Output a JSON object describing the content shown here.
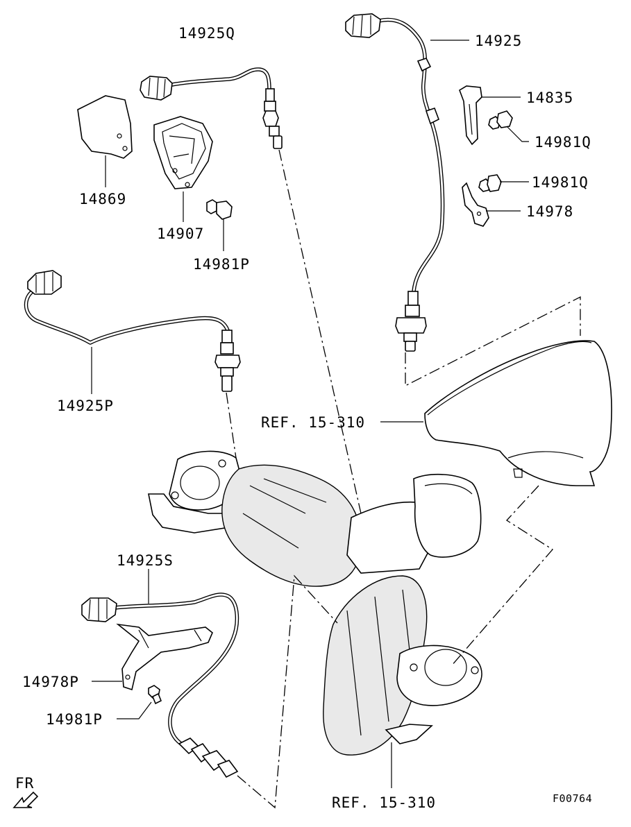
{
  "labels": {
    "p14925Q": "14925Q",
    "p14925": "14925",
    "p14835": "14835",
    "p14981Q_a": "14981Q",
    "p14981Q_b": "14981Q",
    "p14978": "14978",
    "p14869": "14869",
    "p14907": "14907",
    "p14981P_a": "14981P",
    "p14925P": "14925P",
    "ref_upper": "REF. 15-310",
    "p14925S": "14925S",
    "p14978P": "14978P",
    "p14981P_b": "14981P",
    "ref_lower": "REF. 15-310",
    "front_indicator": "FR",
    "figure_code": "F00764"
  }
}
